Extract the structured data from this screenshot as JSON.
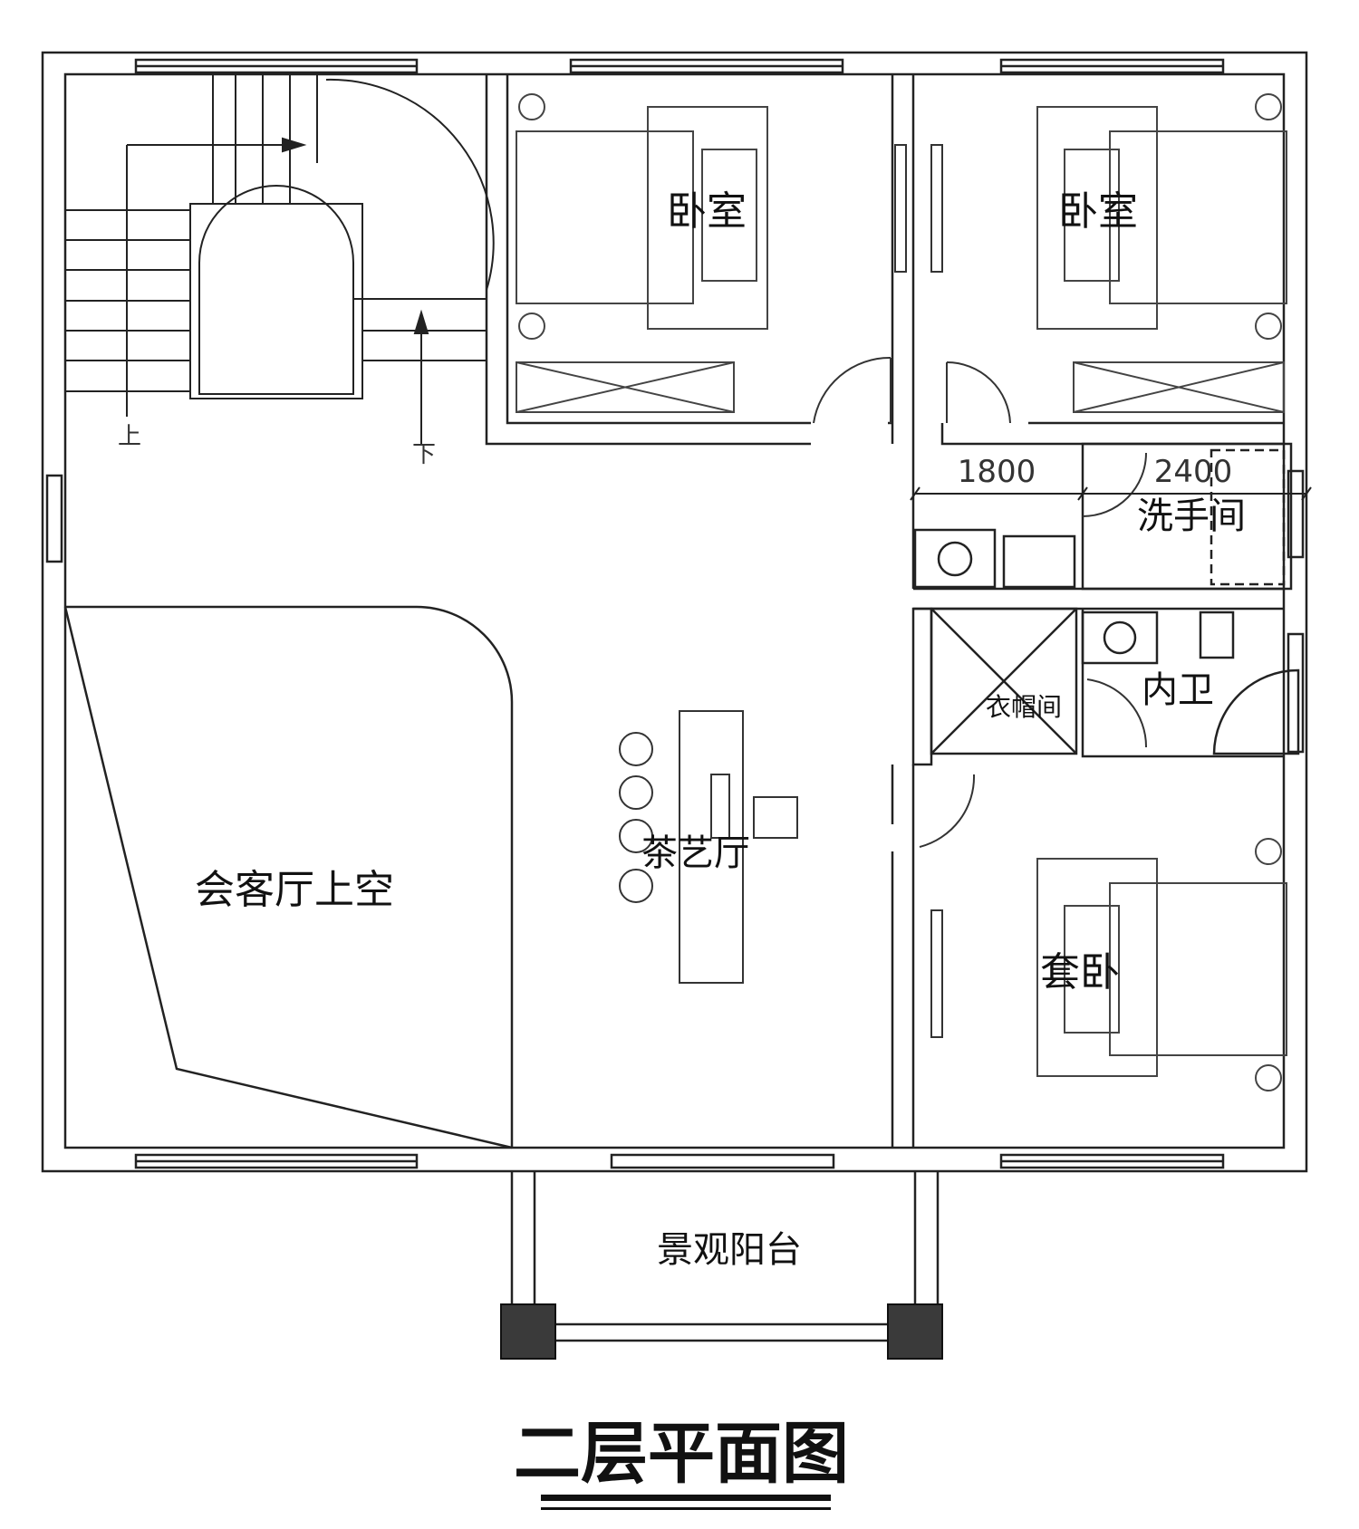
{
  "plan": {
    "title": "二层平面图",
    "rooms": {
      "bedroom_1": "卧室",
      "bedroom_2": "卧室",
      "washroom": "洗手间",
      "ensuite_bath": "内卫",
      "cloakroom": "衣帽间",
      "tea_room": "茶艺厅",
      "living_void": "会客厅上空",
      "master_suite": "套卧",
      "balcony": "景观阳台"
    },
    "dimensions": {
      "d1": "1800",
      "d2": "2400"
    },
    "stair": {
      "up": "上",
      "down": "下"
    }
  }
}
